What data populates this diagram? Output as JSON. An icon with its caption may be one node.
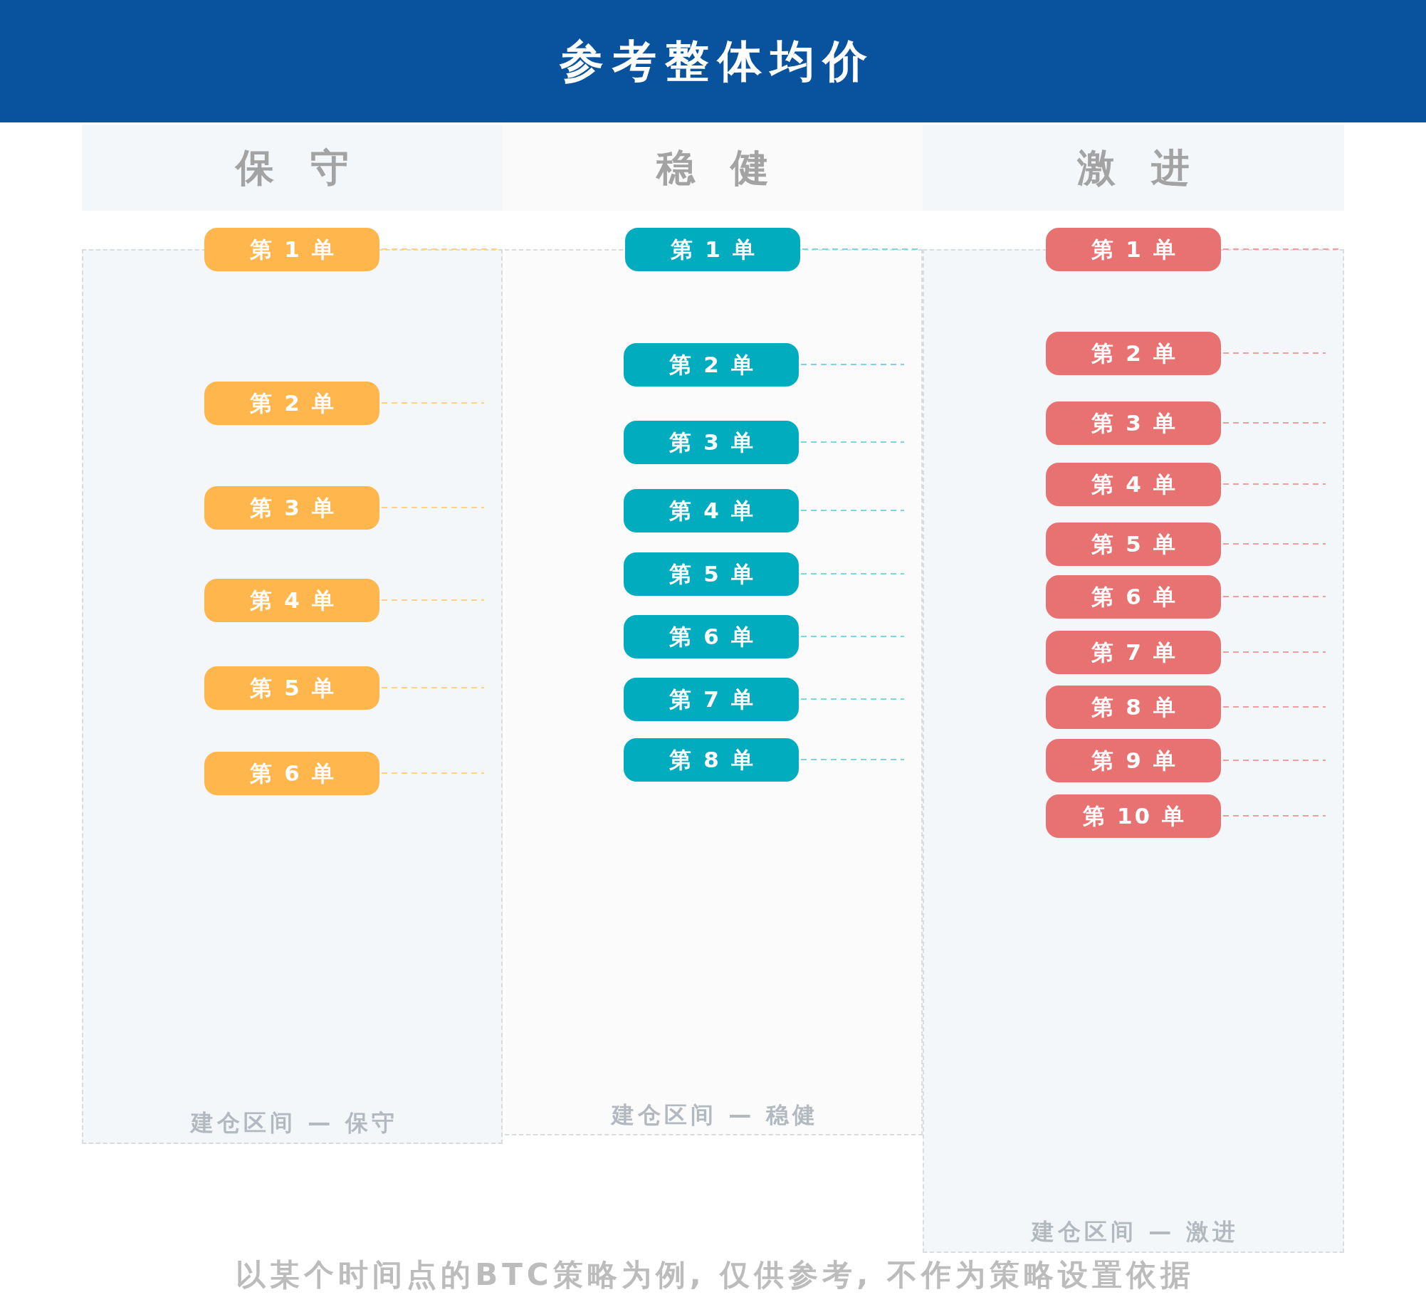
{
  "diagram": {
    "title": "参考整体均价",
    "caption": "以某个时间点的BTC策略为例, 仅供参考, 不作为策略设置依据",
    "nodes": [
      {
        "text": [
          "保 守"
        ]
      },
      {
        "text": [
          "第 1 单"
        ]
      },
      {
        "text": [
          "建仓区间 — 保守"
        ]
      },
      {
        "text": [
          "第 2 单"
        ],
        "in": 2
      },
      {
        "text": [
          "第 3 单"
        ],
        "in": 2
      },
      {
        "text": [
          "第 4 单"
        ],
        "in": 2
      },
      {
        "text": [
          "第 5 单"
        ],
        "in": 2
      },
      {
        "text": [
          "第 6 单"
        ],
        "in": 2
      },
      {
        "text": [
          "稳 健"
        ]
      },
      {
        "text": [
          "第 1 单"
        ]
      },
      {
        "text": [
          "建仓区间 — 稳健"
        ]
      },
      {
        "text": [
          "第 2 单"
        ],
        "in": 10
      },
      {
        "text": [
          "第 3 单"
        ],
        "in": 10
      },
      {
        "text": [
          "第 4 单"
        ],
        "in": 10
      },
      {
        "text": [
          "第 5 单"
        ],
        "in": 10
      },
      {
        "text": [
          "第 6 单"
        ],
        "in": 10
      },
      {
        "text": [
          "第 7 单"
        ],
        "in": 10
      },
      {
        "text": [
          "第 8 单"
        ],
        "in": 10
      },
      {
        "text": [
          "激 进"
        ]
      },
      {
        "text": [
          "第 1 单"
        ]
      },
      {
        "text": [
          "建仓区间 — 激进"
        ]
      },
      {
        "text": [
          "第 2 单"
        ],
        "in": 20
      },
      {
        "text": [
          "第 3 单"
        ],
        "in": 20
      },
      {
        "text": [
          "第 4 单"
        ],
        "in": 20
      },
      {
        "text": [
          "第 5 单"
        ],
        "in": 20
      },
      {
        "text": [
          "第 6 单"
        ],
        "in": 20
      },
      {
        "text": [
          "第 7 单"
        ],
        "in": 20
      },
      {
        "text": [
          "第 8 单"
        ],
        "in": 20
      },
      {
        "text": [
          "第 9 单"
        ],
        "in": 20
      },
      {
        "text": [
          "第 10 单"
        ],
        "in": 20
      }
    ],
    "edges": [
      {
        "from": 1,
        "to": 2,
        "arrow": "none",
        "style": "dashed",
        "color": "#ffd08a"
      },
      {
        "from": 3,
        "to": null,
        "arrow": "none",
        "style": "dashed",
        "color": "#ffd08a"
      },
      {
        "from": 4,
        "to": null,
        "arrow": "none",
        "style": "dashed",
        "color": "#ffd08a"
      },
      {
        "from": 5,
        "to": null,
        "arrow": "none",
        "style": "dashed",
        "color": "#ffd08a"
      },
      {
        "from": 6,
        "to": null,
        "arrow": "none",
        "style": "dashed",
        "color": "#ffd08a"
      },
      {
        "from": 7,
        "to": null,
        "arrow": "none",
        "style": "dashed",
        "color": "#ffd08a"
      },
      {
        "from": 9,
        "to": 10,
        "arrow": "none",
        "style": "dashed",
        "color": "#7fd4de"
      },
      {
        "from": 11,
        "to": null,
        "arrow": "none",
        "style": "dashed",
        "color": "#7fd4de"
      },
      {
        "from": 12,
        "to": null,
        "arrow": "none",
        "style": "dashed",
        "color": "#7fd4de"
      },
      {
        "from": 13,
        "to": null,
        "arrow": "none",
        "style": "dashed",
        "color": "#7fd4de"
      },
      {
        "from": 14,
        "to": null,
        "arrow": "none",
        "style": "dashed",
        "color": "#7fd4de"
      },
      {
        "from": 15,
        "to": null,
        "arrow": "none",
        "style": "dashed",
        "color": "#7fd4de"
      },
      {
        "from": 16,
        "to": null,
        "arrow": "none",
        "style": "dashed",
        "color": "#7fd4de"
      },
      {
        "from": 17,
        "to": null,
        "arrow": "none",
        "style": "dashed",
        "color": "#7fd4de"
      },
      {
        "from": 19,
        "to": 20,
        "arrow": "none",
        "style": "dashed",
        "color": "#eea0a0"
      },
      {
        "from": 21,
        "to": null,
        "arrow": "none",
        "style": "dashed",
        "color": "#eea0a0"
      },
      {
        "from": 22,
        "to": null,
        "arrow": "none",
        "style": "dashed",
        "color": "#eea0a0"
      },
      {
        "from": 23,
        "to": null,
        "arrow": "none",
        "style": "dashed",
        "color": "#eea0a0"
      },
      {
        "from": 24,
        "to": null,
        "arrow": "none",
        "style": "dashed",
        "color": "#eea0a0"
      },
      {
        "from": 25,
        "to": null,
        "arrow": "none",
        "style": "dashed",
        "color": "#eea0a0"
      },
      {
        "from": 26,
        "to": null,
        "arrow": "none",
        "style": "dashed",
        "color": "#eea0a0"
      },
      {
        "from": 27,
        "to": null,
        "arrow": "none",
        "style": "dashed",
        "color": "#eea0a0"
      },
      {
        "from": 28,
        "to": null,
        "arrow": "none",
        "style": "dashed",
        "color": "#eea0a0"
      },
      {
        "from": 29,
        "to": null,
        "arrow": "none",
        "style": "dashed",
        "color": "#eea0a0"
      }
    ]
  }
}
